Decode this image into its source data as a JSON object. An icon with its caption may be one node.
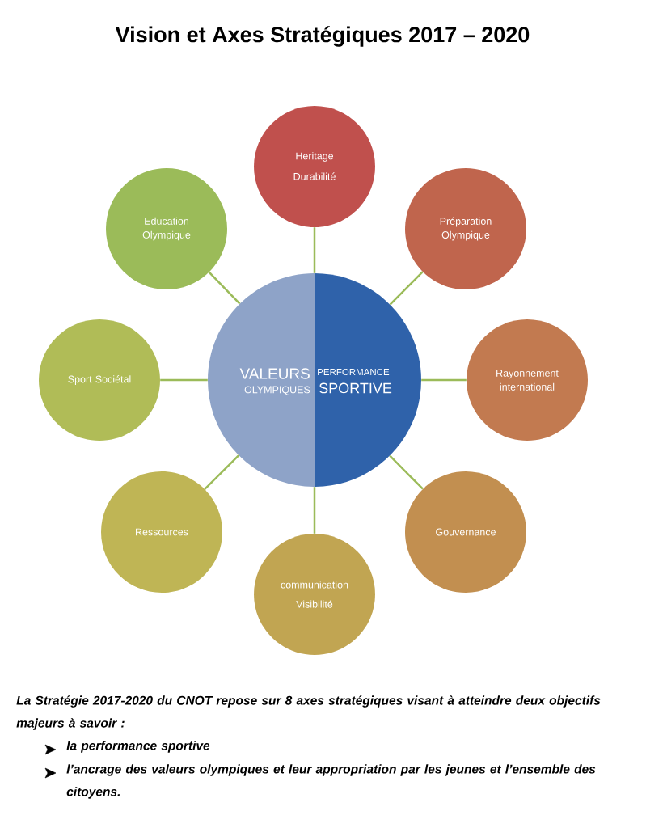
{
  "diagram": {
    "title": "Vision et Axes Stratégiques 2017 – 2020",
    "nodes": [
      {
        "text": [
          "VALEURS",
          "OLYMPIQUES",
          "PERFORMANCE",
          "SPORTIVE"
        ]
      },
      {
        "text": [
          "Heritage",
          "Durabilité"
        ]
      },
      {
        "text": [
          "Préparation Olympique"
        ]
      },
      {
        "text": [
          "Rayonnement international"
        ]
      },
      {
        "text": [
          "Gouvernance"
        ]
      },
      {
        "text": [
          "communication",
          "Visibilité"
        ]
      },
      {
        "text": [
          "Ressources"
        ]
      },
      {
        "text": [
          "Sport Sociétal"
        ]
      },
      {
        "text": [
          "Education Olympique"
        ]
      }
    ],
    "edges": [
      {
        "from": 0,
        "to": 1,
        "arrow": "none"
      },
      {
        "from": 0,
        "to": 2,
        "arrow": "none"
      },
      {
        "from": 0,
        "to": 3,
        "arrow": "none"
      },
      {
        "from": 0,
        "to": 4,
        "arrow": "none"
      },
      {
        "from": 0,
        "to": 5,
        "arrow": "none"
      },
      {
        "from": 0,
        "to": 6,
        "arrow": "none"
      },
      {
        "from": 0,
        "to": 7,
        "arrow": "none"
      },
      {
        "from": 0,
        "to": 8,
        "arrow": "none"
      }
    ],
    "labels": [
      "La Stratégie 2017-2020 du CNOT repose sur 8 axes stratégiques visant à atteindre deux objectifs majeurs à savoir :",
      "la performance sportive",
      "l’ancrage des valeurs olympiques et leur appropriation par les jeunes et l’ensemble des citoyens."
    ]
  }
}
